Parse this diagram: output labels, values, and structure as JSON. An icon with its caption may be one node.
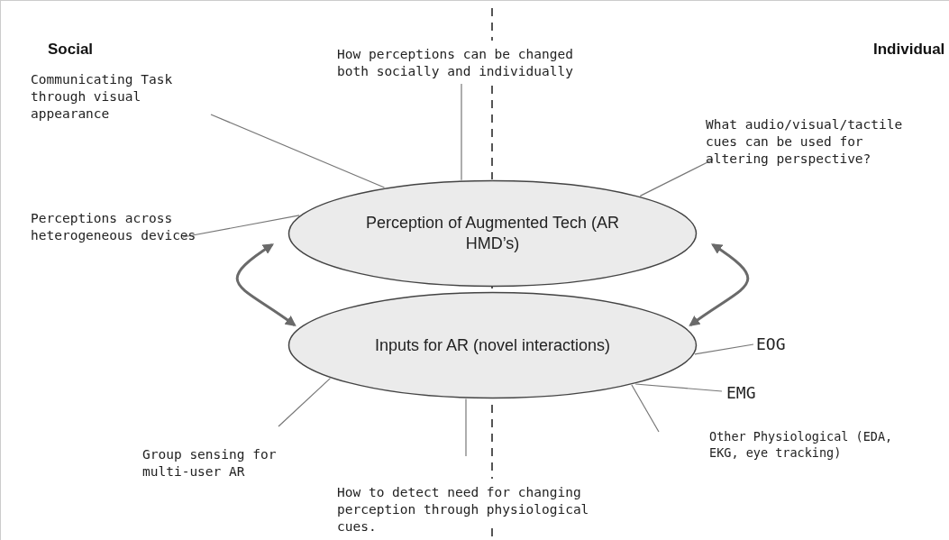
{
  "diagram": {
    "nodes": [
      {
        "text": [
          "How perceptions can be changed both socially and individually"
        ]
      },
      {
        "text": [
          "Communicating Task through visual appearance"
        ]
      },
      {
        "text": [
          "What audio/visual/tactile cues can be used for altering perspective?"
        ]
      },
      {
        "text": [
          "Perception of Augmented Tech (AR HMD’s)"
        ]
      },
      {
        "text": [
          "Perceptions across heterogeneous devices"
        ]
      },
      {
        "text": [
          "Inputs for AR (novel interactions)"
        ]
      },
      {
        "text": [
          "EOG"
        ]
      },
      {
        "text": [
          "EMG"
        ]
      },
      {
        "text": [
          "Other Physiological (EDA, EKG, eye tracking)"
        ]
      },
      {
        "text": [
          "Group sensing for multi-user AR"
        ]
      },
      {
        "text": [
          "How to detect need for changing perception through physiological cues."
        ]
      }
    ],
    "edges": [
      {
        "from": 0,
        "to": 3,
        "arrow": "none"
      },
      {
        "from": 1,
        "to": 3,
        "arrow": "none"
      },
      {
        "from": 2,
        "to": 3,
        "arrow": "none"
      },
      {
        "from": 4,
        "to": 3,
        "arrow": "none"
      },
      {
        "from": 3,
        "to": 5,
        "arrow": "both",
        "style": "thick"
      },
      {
        "from": 3,
        "to": 5,
        "arrow": "both",
        "style": "thick"
      },
      {
        "from": 6,
        "to": 5,
        "arrow": "none"
      },
      {
        "from": 7,
        "to": 5,
        "arrow": "none"
      },
      {
        "from": 8,
        "to": 5,
        "arrow": "none"
      },
      {
        "from": 9,
        "to": 5,
        "arrow": "none"
      },
      {
        "from": 10,
        "to": 5,
        "arrow": "none"
      }
    ],
    "labels": [
      "Social",
      "Individual"
    ]
  }
}
